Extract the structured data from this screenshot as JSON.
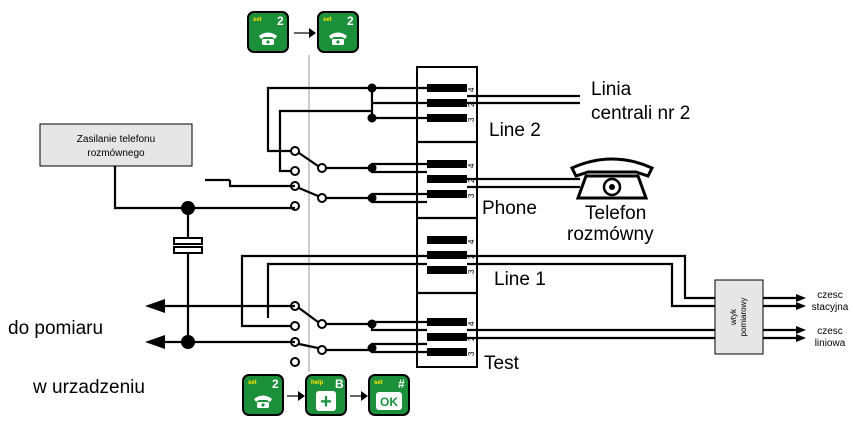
{
  "labels": {
    "line2_linia": "Linia",
    "line2_centrali": "centrali nr 2",
    "line2": "Line 2",
    "phone": "Phone",
    "telefon": "Telefon",
    "rozmowny": "rozmówny",
    "line1": "Line 1",
    "test": "Test",
    "do_pomiaru": "do pomiaru",
    "w_urzadzeniu": "w urzadzeniu",
    "zasilanie_1": "Zasilanie telefonu",
    "zasilanie_2": "rozmównego",
    "wtyk_1": "wtyk",
    "wtyk_2": "pomiarowy",
    "czesc_stacyjna_1": "czesc",
    "czesc_stacyjna_2": "stacyjna",
    "czesc_liniowa_1": "czesc",
    "czesc_liniowa_2": "liniowa"
  },
  "pin_numbers": {
    "a": "4",
    "b": "2",
    "c": "3"
  },
  "keys": {
    "top_1": {
      "caption": "set",
      "number": "2",
      "icon": "phone-icon"
    },
    "top_2": {
      "caption": "set",
      "number": "2",
      "icon": "phone-icon"
    },
    "bottom_1": {
      "caption": "set",
      "number": "2",
      "icon": "phone-icon"
    },
    "bottom_2": {
      "caption": "help",
      "number": "B",
      "icon": "plus-icon",
      "glyph": "+"
    },
    "bottom_3": {
      "caption": "set",
      "number": "#",
      "icon": "ok-icon",
      "glyph": "OK"
    }
  },
  "colors": {
    "key_green": "#1c8f3a",
    "key_caption": "#ffe600",
    "box_fill": "#e6e6e6",
    "wire": "#000000"
  }
}
